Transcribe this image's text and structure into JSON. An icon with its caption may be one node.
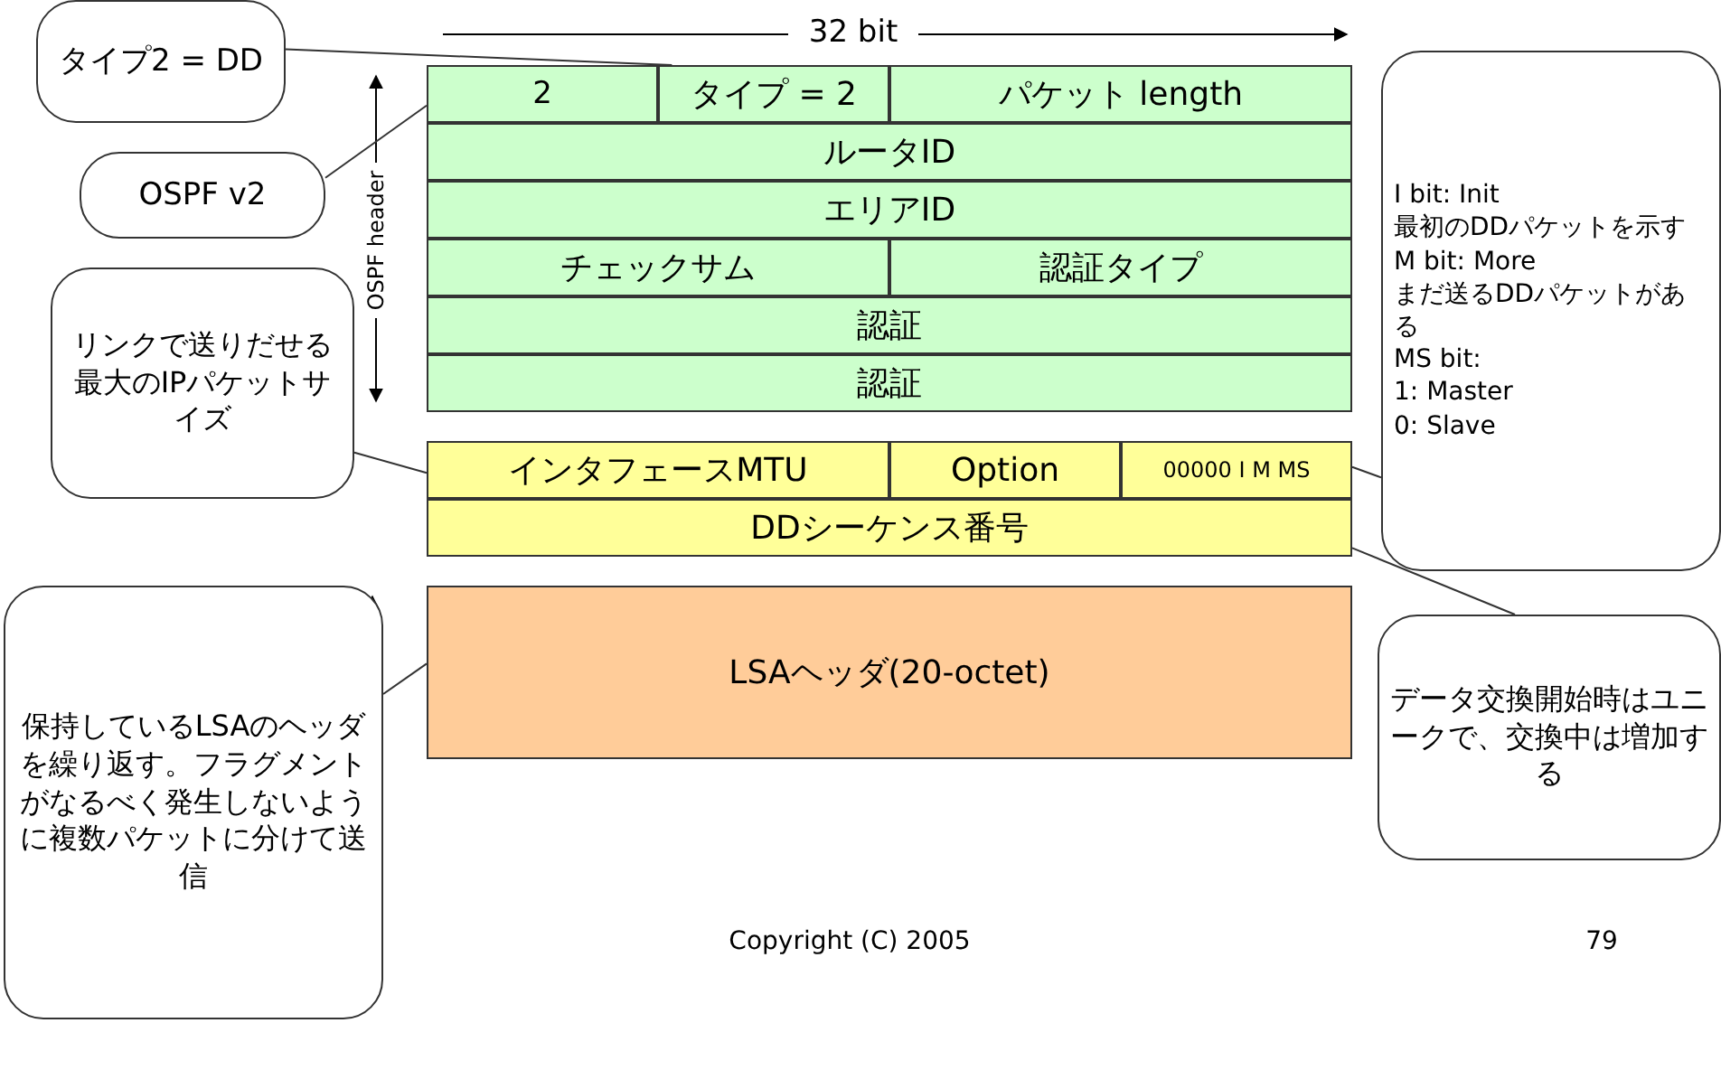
{
  "diagram": {
    "nodes": [
      {
        "text": [
          "タイプ2 = DD"
        ]
      },
      {
        "text": [
          "OSPF v2"
        ]
      },
      {
        "text": [
          "リンクで送りだせる最大のIPパケットサイズ"
        ]
      },
      {
        "text": [
          "I bit: Init",
          "最初のDDパケットを示す",
          "M bit: More",
          "まだ送るDDパケットがある",
          "MS bit:",
          "1: Master",
          "0: Slave"
        ]
      },
      {
        "text": [
          "データ交換開始時はユニークで、交換中は増加する"
        ]
      },
      {
        "text": [
          "保持しているLSAのヘッダを繰り返す。フラグメントがなるべく発生しないように複数パケットに分けて送信"
        ]
      },
      {
        "text": [
          "2"
        ]
      },
      {
        "text": [
          "タイプ = 2"
        ]
      },
      {
        "text": [
          "パケット length"
        ]
      },
      {
        "text": [
          "ルータID"
        ]
      },
      {
        "text": [
          "エリアID"
        ]
      },
      {
        "text": [
          "チェックサム"
        ]
      },
      {
        "text": [
          "認証タイプ"
        ]
      },
      {
        "text": [
          "認証"
        ]
      },
      {
        "text": [
          "認証"
        ]
      },
      {
        "text": [
          "インタフェースMTU"
        ]
      },
      {
        "text": [
          "Option"
        ]
      },
      {
        "text": [
          "00000 I M MS"
        ]
      },
      {
        "text": [
          "DDシーケンス番号"
        ]
      },
      {
        "text": [
          "LSAヘッダ(20-octet)"
        ]
      }
    ],
    "edges": [
      {
        "from": 0,
        "to": 7,
        "arrow": "none"
      },
      {
        "from": 1,
        "to": 6,
        "arrow": "none"
      },
      {
        "from": 2,
        "to": 15,
        "arrow": "none"
      },
      {
        "from": 3,
        "to": 17,
        "arrow": "none"
      },
      {
        "from": 4,
        "to": 18,
        "arrow": "none"
      },
      {
        "from": 5,
        "to": 19,
        "arrow": "none"
      }
    ],
    "labels": [
      "32 bit",
      "OSPF header",
      "Copyright (C) 2005",
      "79"
    ]
  }
}
